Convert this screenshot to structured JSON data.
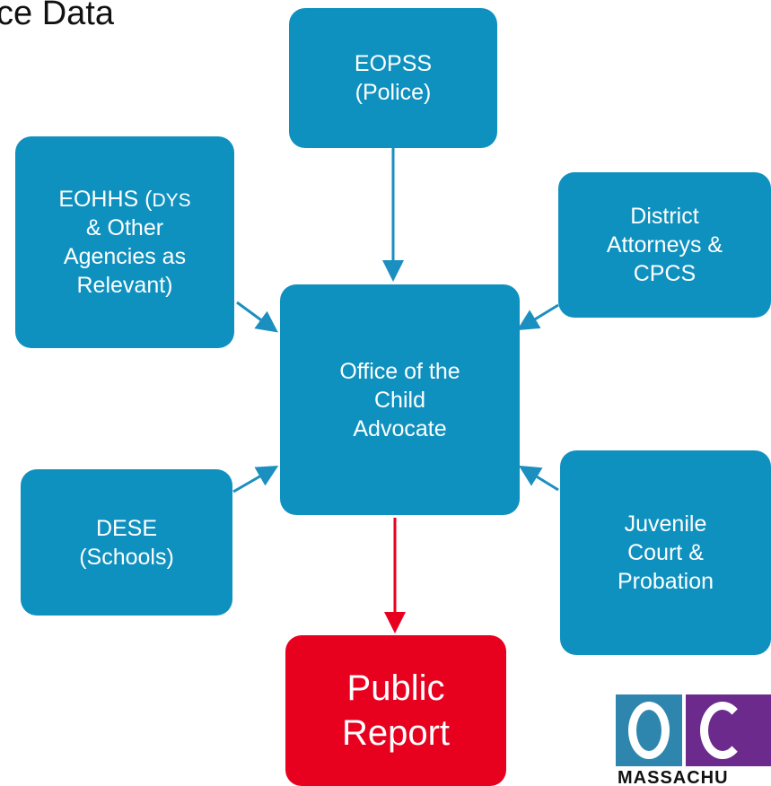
{
  "title": "ce Data",
  "nodes": {
    "eopss": "EOPSS\n(Police)",
    "eohhs_main": "EOHHS (",
    "eohhs_small": "DYS",
    "eohhs_rest": "\n& Other\nAgencies as\nRelevant)",
    "district_attorneys": "District\nAttorneys &\nCPCS",
    "oca": "Office of the\nChild\nAdvocate",
    "dese": "DESE\n(Schools)",
    "juvenile": "Juvenile\nCourt &\nProbation",
    "public_report": "Public\nReport"
  },
  "logo": {
    "text": "MASSACHU"
  },
  "colors": {
    "agency_box": "#0F91BF",
    "report_box": "#E8001F",
    "logo_blue": "#2E86AF",
    "logo_purple": "#6B2A8C"
  }
}
